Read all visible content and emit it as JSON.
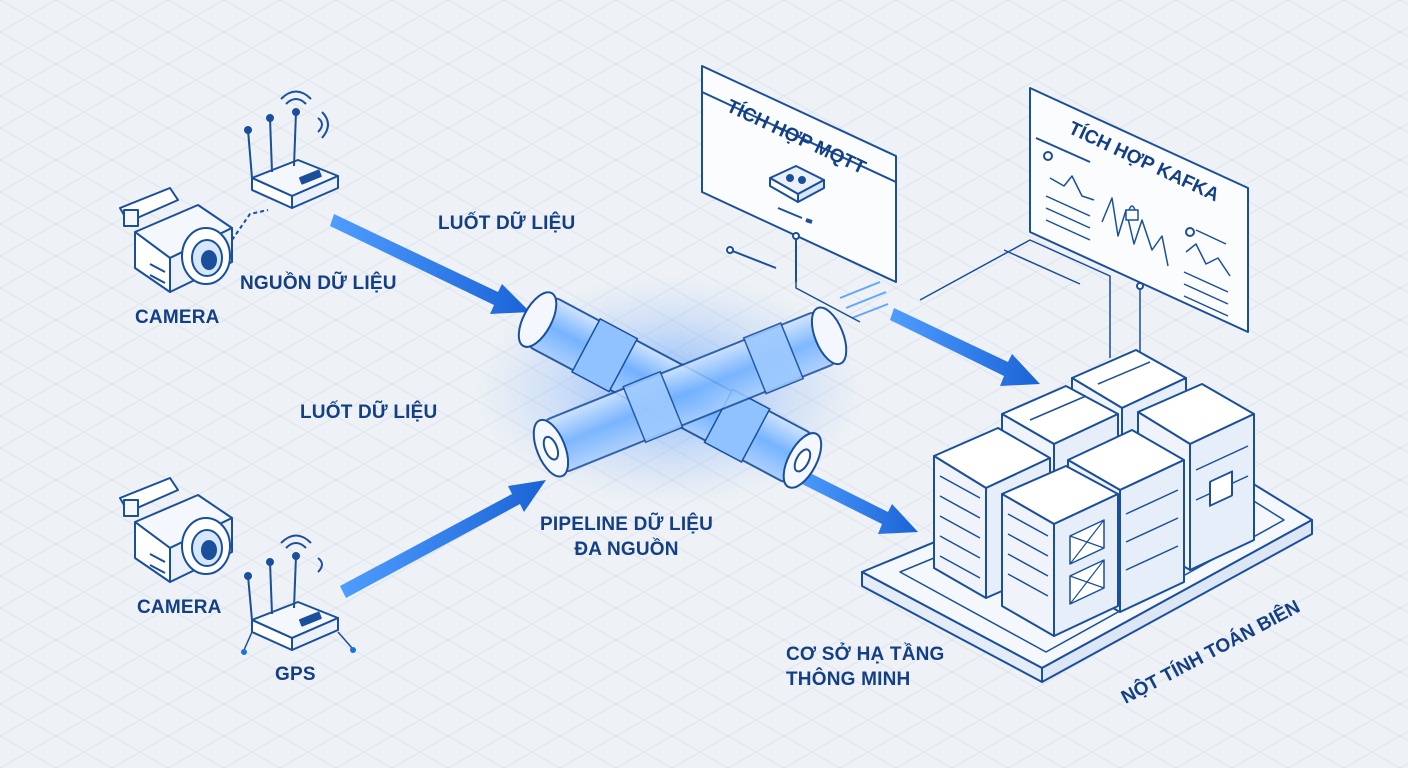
{
  "labels": {
    "data_source": "NGUỒN DỮ LIỆU",
    "camera_top": "CAMERA",
    "camera_bottom": "CAMERA",
    "gps": "GPS",
    "data_flow_top": "LUỐT DỮ LIỆU",
    "data_flow_mid": "LUỐT DỮ LIỆU",
    "pipeline_line1": "PIPELINE DỮ LIỆU",
    "pipeline_line2": "ĐA NGUỒN",
    "infra_line1": "CƠ SỞ HẠ TẦNG",
    "infra_line2": "THÔNG MINH",
    "edge_node": "NỘT TÍNH TOÁN BIÊN"
  },
  "panels": {
    "mqtt_title": "TÍCH HỢP MQTT",
    "kafka_title": "TÍCH HỢP KAFKA"
  },
  "device_tags": {
    "router_tag": "████"
  },
  "colors": {
    "background": "#eef1f5",
    "line": "#1a4f9c",
    "text": "#123f86",
    "arrow": "#1e6fe0",
    "glow": "#3d8cff"
  },
  "icons": [
    "camera-icon",
    "router-icon",
    "gps-device-icon",
    "pipeline-icon",
    "server-rack-icon",
    "mqtt-panel-icon",
    "kafka-panel-icon"
  ]
}
